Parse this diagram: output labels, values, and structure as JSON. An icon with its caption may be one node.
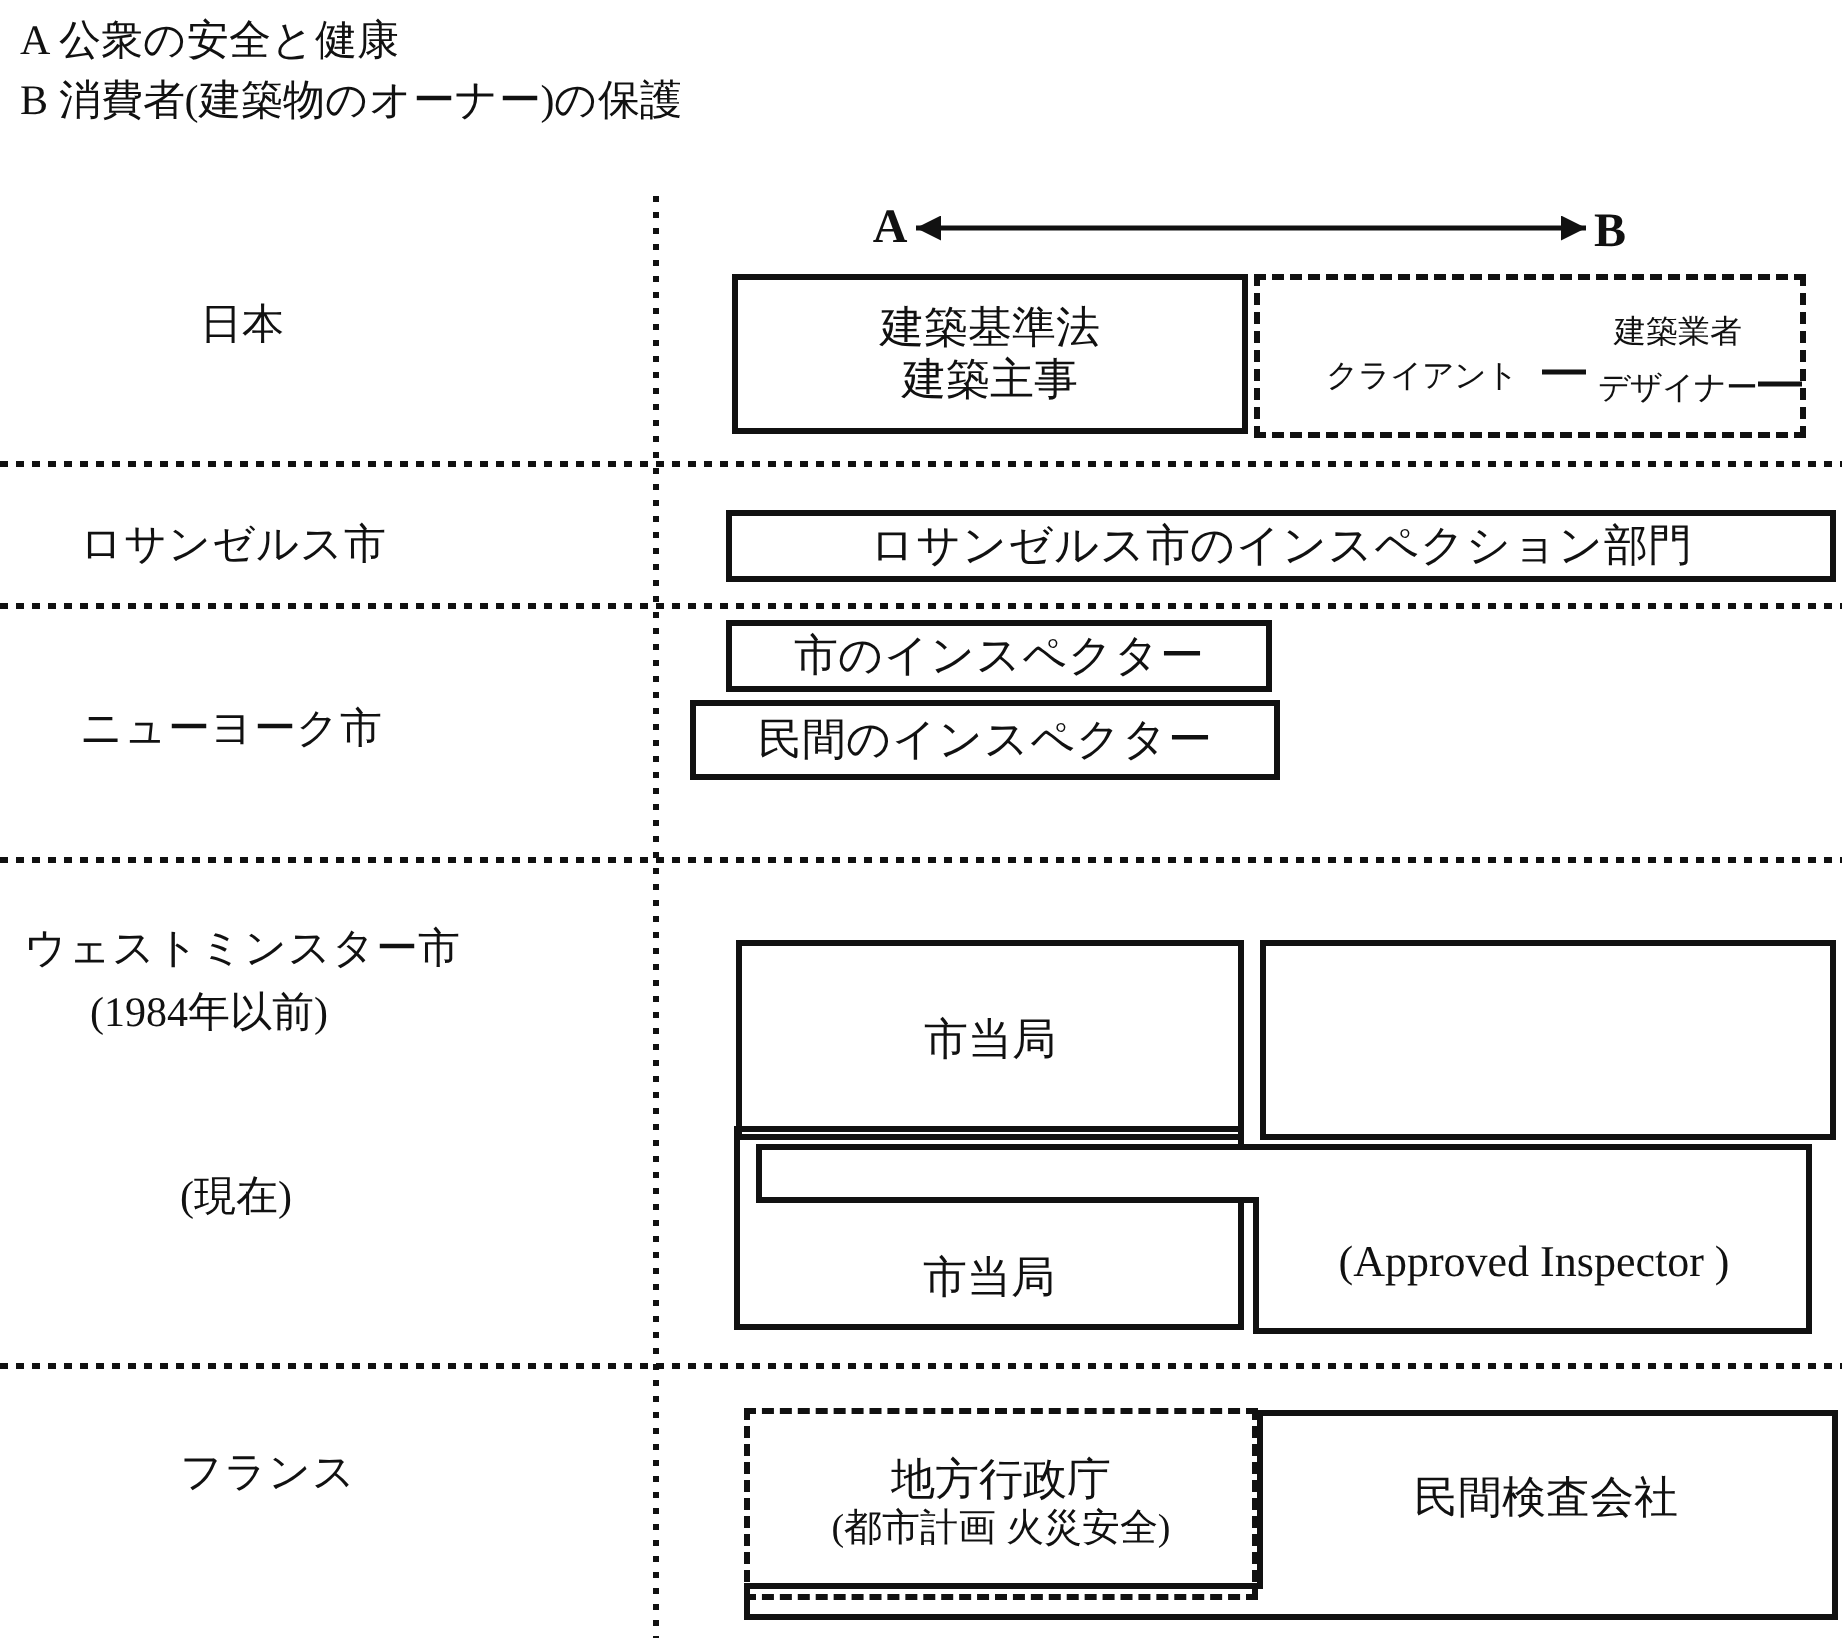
{
  "diagram": {
    "nodes": [
      {
        "text": [
          "A"
        ]
      },
      {
        "text": [
          "B"
        ]
      },
      {
        "text": [
          "建築基準法",
          "建築主事"
        ]
      },
      {
        "text": [],
        "shape": "box"
      },
      {
        "text": [
          "クライアント"
        ],
        "in": 3
      },
      {
        "text": [
          "建築業者"
        ],
        "in": 3
      },
      {
        "text": [
          "デザイナー"
        ],
        "in": 3
      },
      {
        "text": [
          "ロサンゼルス市のインスペクション部門"
        ]
      },
      {
        "text": [
          "市のインスペクター"
        ]
      },
      {
        "text": [
          "民間のインスペクター"
        ]
      },
      {
        "text": [
          "市当局"
        ]
      },
      {
        "text": [],
        "shape": "box"
      },
      {
        "text": [
          "市当局"
        ]
      },
      {
        "text": [
          "(Approved Inspector )"
        ]
      },
      {
        "text": [
          "地方行政庁",
          "(都市計画 火災安全)"
        ]
      },
      {
        "text": [
          "民間検査会社"
        ]
      }
    ],
    "edges": [
      {
        "from": 0,
        "to": 1,
        "arrow": "both"
      },
      {
        "from": 4,
        "to": 5,
        "arrow": "none"
      },
      {
        "from": 6,
        "to": 3,
        "arrow": "none"
      }
    ],
    "labels": [
      "A 公衆の安全と健康",
      "B 消費者(建築物のオーナー)の保護",
      "日本",
      "ロサンゼルス市",
      "ニューヨーク市",
      "ウェストミンスター市",
      "(1984年以前)",
      "(現在)",
      "フランス"
    ]
  }
}
